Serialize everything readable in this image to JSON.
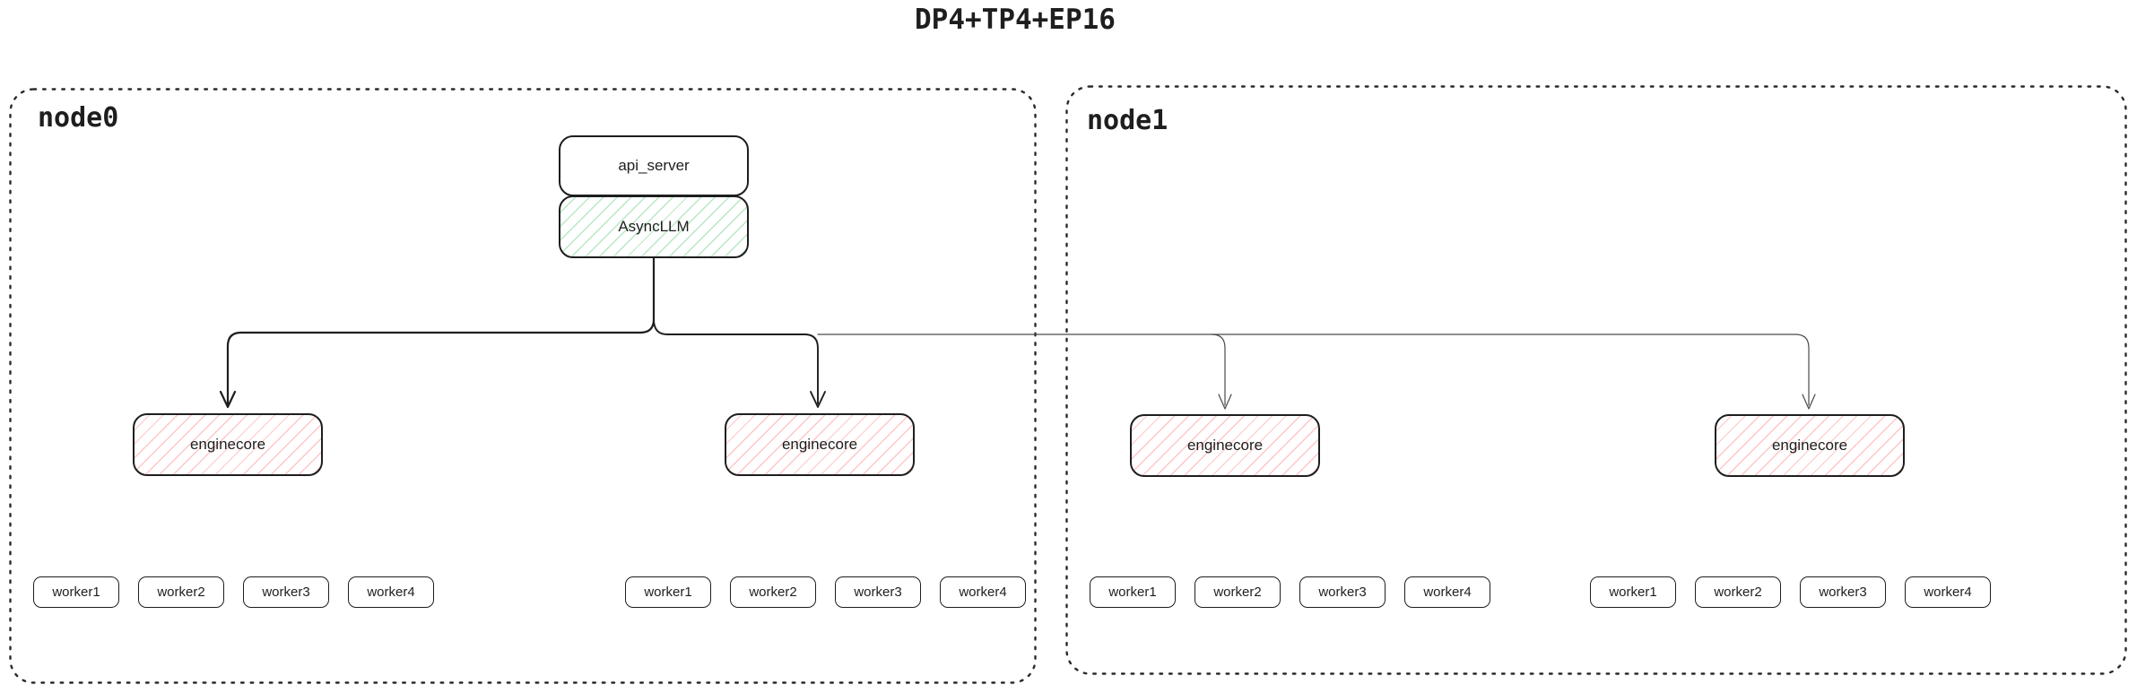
{
  "title": "DP4+TP4+EP16",
  "api_server": {
    "label": "api_server"
  },
  "async_llm": {
    "label": "AsyncLLM"
  },
  "nodes": [
    {
      "label": "node0",
      "clusters": [
        {
          "enginecore_label": "enginecore",
          "workers": [
            "worker1",
            "worker2",
            "worker3",
            "worker4"
          ]
        },
        {
          "enginecore_label": "enginecore",
          "workers": [
            "worker1",
            "worker2",
            "worker3",
            "worker4"
          ]
        }
      ]
    },
    {
      "label": "node1",
      "clusters": [
        {
          "enginecore_label": "enginecore",
          "workers": [
            "worker1",
            "worker2",
            "worker3",
            "worker4"
          ]
        },
        {
          "enginecore_label": "enginecore",
          "workers": [
            "worker1",
            "worker2",
            "worker3",
            "worker4"
          ]
        }
      ]
    }
  ],
  "colors": {
    "stroke": "#1e1e1e",
    "connector_primary": "#1e1e1e",
    "connector_secondary": "#4a4a4a",
    "green_hatch": "#55c86e",
    "red_hatch": "#ff7878",
    "background": "#ffffff"
  }
}
